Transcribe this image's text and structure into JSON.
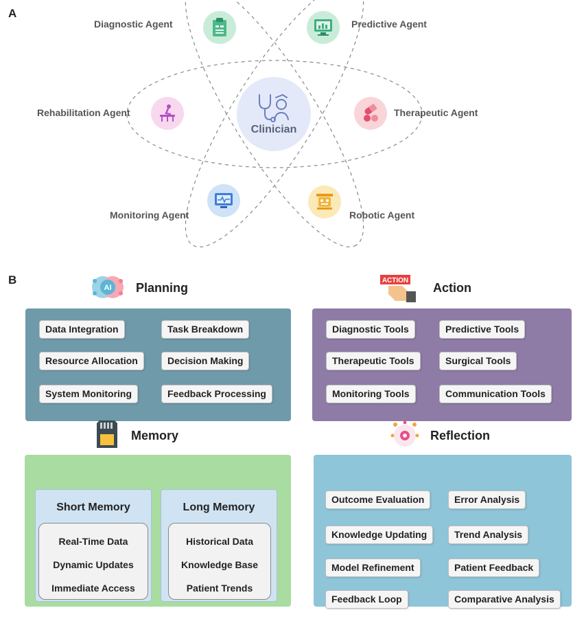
{
  "panel_a": {
    "letter": "A",
    "center": {
      "label": "Clinician",
      "icon": "clinician-stethoscope-icon"
    },
    "agents": [
      {
        "name": "Diagnostic Agent",
        "icon": "clipboard-icon",
        "color": "#c9ecd8"
      },
      {
        "name": "Predictive Agent",
        "icon": "monitor-chart-icon",
        "color": "#c9ecd8"
      },
      {
        "name": "Therapeutic Agent",
        "icon": "pills-icon",
        "color": "#f9d5d9"
      },
      {
        "name": "Robotic Agent",
        "icon": "robot-icon",
        "color": "#fce9b8"
      },
      {
        "name": "Monitoring Agent",
        "icon": "monitor-icon",
        "color": "#cfe2f7"
      },
      {
        "name": "Rehabilitation Agent",
        "icon": "rehab-icon",
        "color": "#f7d8ef"
      }
    ]
  },
  "panel_b": {
    "letter": "B",
    "planning": {
      "title": "Planning",
      "icon": "ai-brain-icon",
      "color": "#6f9aaa",
      "items": [
        "Data Integration",
        "Task Breakdown",
        "Resource Allocation",
        "Decision Making",
        "System Monitoring",
        "Feedback Processing"
      ]
    },
    "action": {
      "title": "Action",
      "icon": "action-hand-icon",
      "icon_text": "ACTION",
      "color": "#8e7ba6",
      "items": [
        "Diagnostic Tools",
        "Predictive Tools",
        "Therapeutic Tools",
        "Surgical Tools",
        "Monitoring Tools",
        "Communication Tools"
      ]
    },
    "memory": {
      "title": "Memory",
      "icon": "sd-card-icon",
      "color": "#a9dca0",
      "short": {
        "title": "Short Memory",
        "items": [
          "Real-Time Data",
          "Dynamic Updates",
          "Immediate Access"
        ]
      },
      "long": {
        "title": "Long Memory",
        "items": [
          "Historical Data",
          "Knowledge Base",
          "Patient Trends"
        ]
      }
    },
    "reflection": {
      "title": "Reflection",
      "icon": "reflection-gear-icon",
      "color": "#8ec5d9",
      "items": [
        "Outcome Evaluation",
        "Error Analysis",
        "Knowledge Updating",
        "Trend Analysis",
        "Model Refinement",
        "Patient Feedback",
        "Feedback Loop",
        "Comparative Analysis"
      ]
    }
  }
}
